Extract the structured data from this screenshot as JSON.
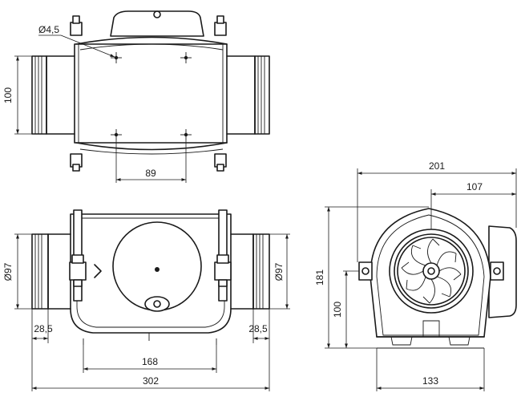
{
  "drawing": {
    "top_view": {
      "hole_diameter": "Ø4,5",
      "height": "100",
      "hole_spacing": "89"
    },
    "front_view": {
      "left_duct_diameter": "Ø97",
      "right_duct_diameter": "Ø97",
      "left_spigot": "28,5",
      "right_spigot": "28,5",
      "mount_spacing": "168",
      "overall_length": "302"
    },
    "side_view": {
      "overall_width": "201",
      "offset_width": "107",
      "overall_height": "181",
      "axis_height": "100",
      "base_width": "133"
    }
  },
  "colors": {
    "line": "#1a1a1a",
    "background": "#ffffff"
  }
}
